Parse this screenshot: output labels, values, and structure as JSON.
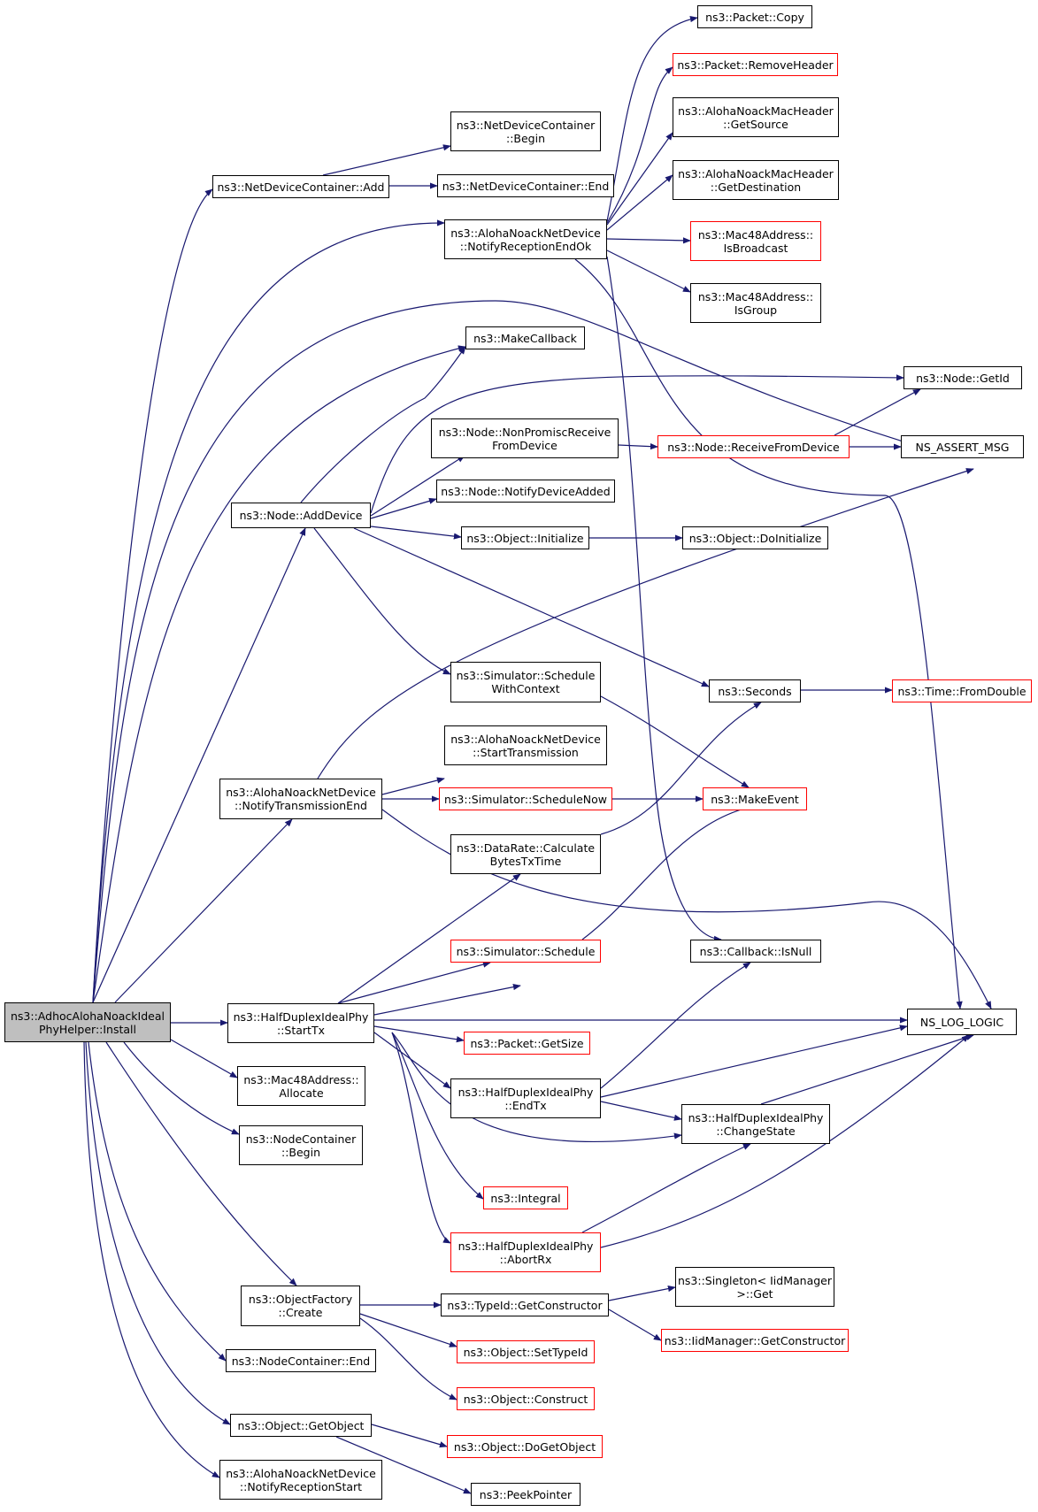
{
  "colors": {
    "edge": "#191970",
    "node_border": "#000000",
    "truncated_border": "#ff0000",
    "root_fill": "#bfbfbf",
    "node_fill": "#ffffff"
  },
  "nodes": {
    "root": [
      "ns3::AdhocAlohaNoackIdeal",
      "PhyHelper::Install"
    ],
    "ndc_add": [
      "ns3::NetDeviceContainer::Add"
    ],
    "ndc_begin": [
      "ns3::NetDeviceContainer",
      "::Begin"
    ],
    "ndc_end": [
      "ns3::NetDeviceContainer::End"
    ],
    "notify_rx_ok": [
      "ns3::AlohaNoackNetDevice",
      "::NotifyReceptionEndOk"
    ],
    "packet_copy": [
      "ns3::Packet::Copy"
    ],
    "packet_remove_header": [
      "ns3::Packet::RemoveHeader"
    ],
    "get_source": [
      "ns3::AlohaNoackMacHeader",
      "::GetSource"
    ],
    "get_destination": [
      "ns3::AlohaNoackMacHeader",
      "::GetDestination"
    ],
    "is_broadcast": [
      "ns3::Mac48Address::",
      "IsBroadcast"
    ],
    "is_group": [
      "ns3::Mac48Address::",
      "IsGroup"
    ],
    "make_callback": [
      "ns3::MakeCallback"
    ],
    "node_get_id": [
      "ns3::Node::GetId"
    ],
    "non_promisc": [
      "ns3::Node::NonPromiscReceive",
      "FromDevice"
    ],
    "receive_from_device": [
      "ns3::Node::ReceiveFromDevice"
    ],
    "ns_assert_msg": [
      "NS_ASSERT_MSG"
    ],
    "notify_device_added": [
      "ns3::Node::NotifyDeviceAdded"
    ],
    "node_add_device": [
      "ns3::Node::AddDevice"
    ],
    "object_initialize": [
      "ns3::Object::Initialize"
    ],
    "object_do_initialize": [
      "ns3::Object::DoInitialize"
    ],
    "schedule_with_context": [
      "ns3::Simulator::Schedule",
      "WithContext"
    ],
    "seconds": [
      "ns3::Seconds"
    ],
    "time_from_double": [
      "ns3::Time::FromDouble"
    ],
    "start_transmission": [
      "ns3::AlohaNoackNetDevice",
      "::StartTransmission"
    ],
    "notify_tx_end": [
      "ns3::AlohaNoackNetDevice",
      "::NotifyTransmissionEnd"
    ],
    "schedule_now": [
      "ns3::Simulator::ScheduleNow"
    ],
    "make_event": [
      "ns3::MakeEvent"
    ],
    "calc_bytes_tx_time": [
      "ns3::DataRate::Calculate",
      "BytesTxTime"
    ],
    "simulator_schedule": [
      "ns3::Simulator::Schedule"
    ],
    "callback_is_null": [
      "ns3::Callback::IsNull"
    ],
    "start_tx": [
      "ns3::HalfDuplexIdealPhy",
      "::StartTx"
    ],
    "ns_log_logic": [
      "NS_LOG_LOGIC"
    ],
    "packet_get_size": [
      "ns3::Packet::GetSize"
    ],
    "mac48_allocate": [
      "ns3::Mac48Address::",
      "Allocate"
    ],
    "end_tx": [
      "ns3::HalfDuplexIdealPhy",
      "::EndTx"
    ],
    "change_state": [
      "ns3::HalfDuplexIdealPhy",
      "::ChangeState"
    ],
    "nc_begin": [
      "ns3::NodeContainer",
      "::Begin"
    ],
    "integral": [
      "ns3::Integral"
    ],
    "abort_rx": [
      "ns3::HalfDuplexIdealPhy",
      "::AbortRx"
    ],
    "object_factory_create": [
      "ns3::ObjectFactory",
      "::Create"
    ],
    "typeid_get_constructor": [
      "ns3::TypeId::GetConstructor"
    ],
    "singleton_get": [
      "ns3::Singleton< IidManager",
      ">::Get"
    ],
    "iidmanager_get_constructor": [
      "ns3::IidManager::GetConstructor"
    ],
    "object_set_typeid": [
      "ns3::Object::SetTypeId"
    ],
    "nc_end": [
      "ns3::NodeContainer::End"
    ],
    "object_construct": [
      "ns3::Object::Construct"
    ],
    "object_get_object": [
      "ns3::Object::GetObject"
    ],
    "object_do_get_object": [
      "ns3::Object::DoGetObject"
    ],
    "notify_rx_start": [
      "ns3::AlohaNoackNetDevice",
      "::NotifyReceptionStart"
    ],
    "peek_pointer": [
      "ns3::PeekPointer"
    ]
  }
}
